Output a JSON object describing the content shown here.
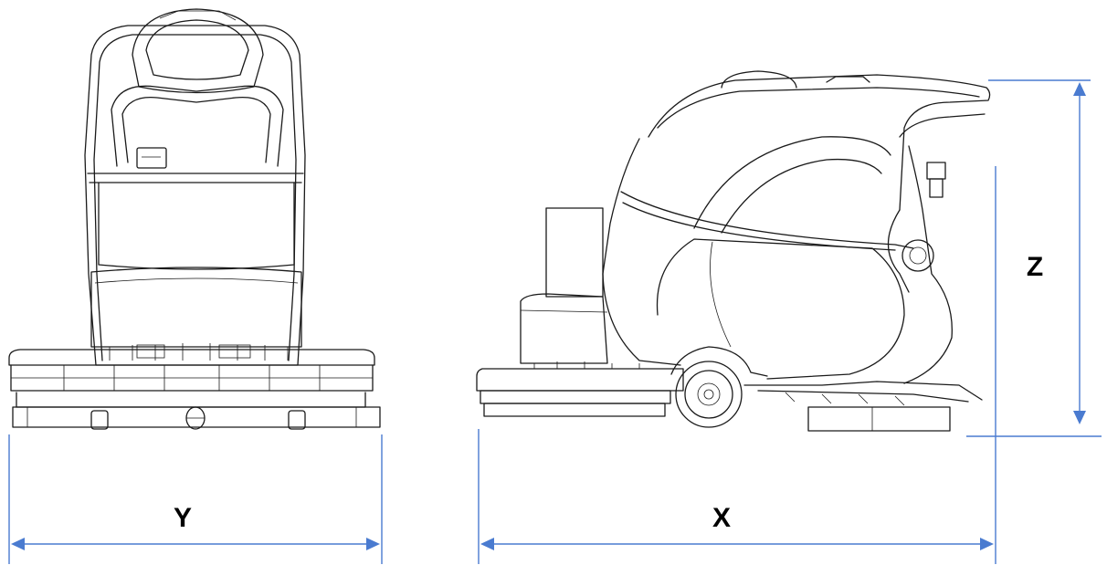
{
  "dimensions": {
    "width_label": "Y",
    "length_label": "X",
    "height_label": "Z"
  },
  "colors": {
    "dimension_line": "#4a7bd0",
    "drawing_line": "#1a1a1a"
  }
}
